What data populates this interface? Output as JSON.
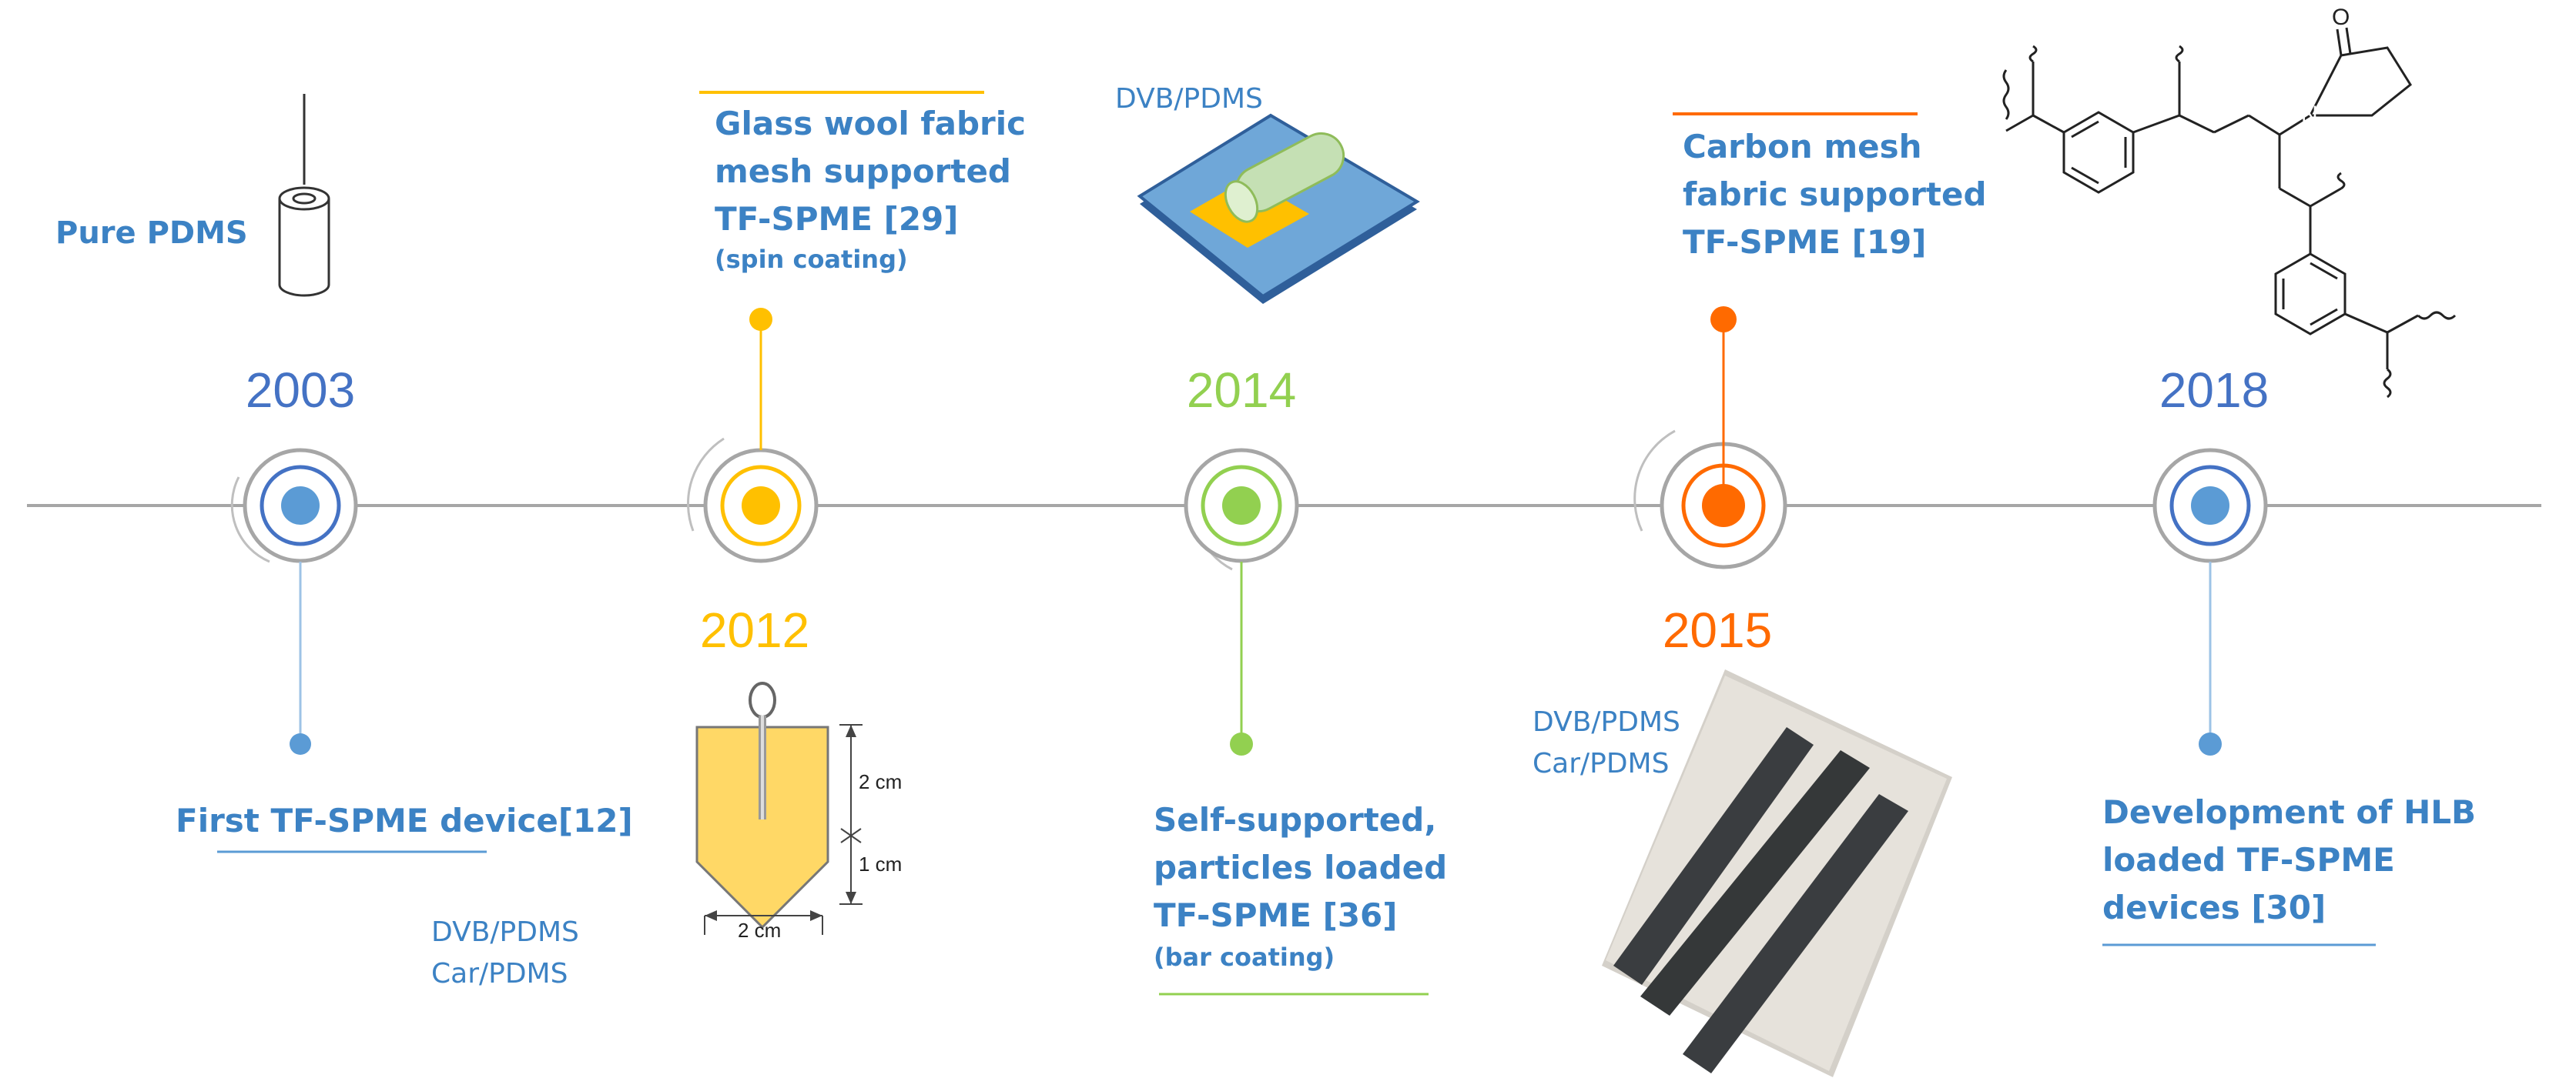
{
  "colors": {
    "line": "#a6a6a6",
    "blue": "#4472c4",
    "marker_blue": "#5b9bd5",
    "text_blue": "#3c82c4",
    "yellow": "#ffc000",
    "green": "#92d050",
    "orange": "#ff6a00"
  },
  "milestones": [
    {
      "year": "2003",
      "label": "First TF-SPME device[12]",
      "sub": "",
      "extra": "Pure PDMS",
      "color": "#4472c4"
    },
    {
      "year": "2012",
      "label": "Glass wool fabric\nmesh supported\nTF-SPME [29]",
      "sub": "(spin coating)",
      "extra": "DVB/PDMS\nCar/PDMS",
      "color": "#ffc000"
    },
    {
      "year": "2014",
      "label": "Self-supported,\nparticles loaded\nTF-SPME [36]",
      "sub": "(bar coating)",
      "extra": "DVB/PDMS",
      "color": "#92d050"
    },
    {
      "year": "2015",
      "label": "Carbon mesh\nfabric supported\nTF-SPME [19]",
      "sub": "",
      "extra": "DVB/PDMS\nCar/PDMS",
      "color": "#ff6a00"
    },
    {
      "year": "2018",
      "label": "Development of HLB\nloaded TF-SPME\ndevices [30]",
      "sub": "",
      "extra": "",
      "color": "#4472c4"
    }
  ],
  "dimensions": {
    "height_top": "2 cm",
    "height_bottom": "1 cm",
    "width": "2 cm"
  }
}
